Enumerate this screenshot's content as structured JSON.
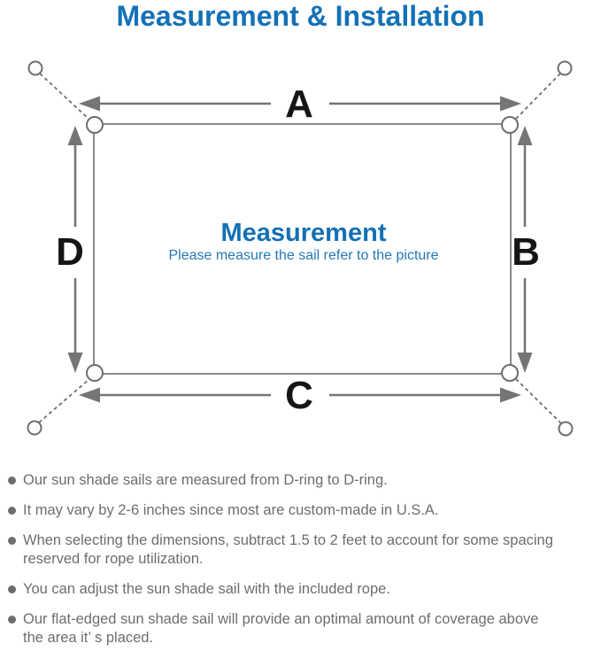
{
  "title": "Measurement & Installation",
  "diagram": {
    "labels": {
      "top": "A",
      "right": "B",
      "bottom": "C",
      "left": "D"
    },
    "center_title": "Measurement",
    "center_subtitle": "Please measure the sail refer to the picture"
  },
  "bullets": {
    "items": [
      {
        "lines": [
          "Our sun shade sails are measured from D-ring to D-ring."
        ]
      },
      {
        "lines": [
          "It may vary by 2-6 inches since most are custom-made in U.S.A."
        ]
      },
      {
        "lines": [
          "When selecting the dimensions, subtract 1.5 to 2 feet to account for some spacing",
          "reserved for rope utilization."
        ]
      },
      {
        "lines": [
          "You can adjust the sun shade sail with the included rope."
        ]
      },
      {
        "lines": [
          "Our flat-edged sun shade sail will provide an optimal amount of coverage above",
          "the area it’ s placed."
        ]
      }
    ]
  },
  "colors": {
    "title_blue": "#1371b6",
    "center_blue": "#1470b4",
    "subtitle_blue": "#2478b8",
    "diagram_gray": "#6e6e6e",
    "line_gray": "#8a8a8a",
    "arrow_gray": "#757575",
    "letter_black": "#151515",
    "bullet_gray": "#6d6d6d"
  }
}
